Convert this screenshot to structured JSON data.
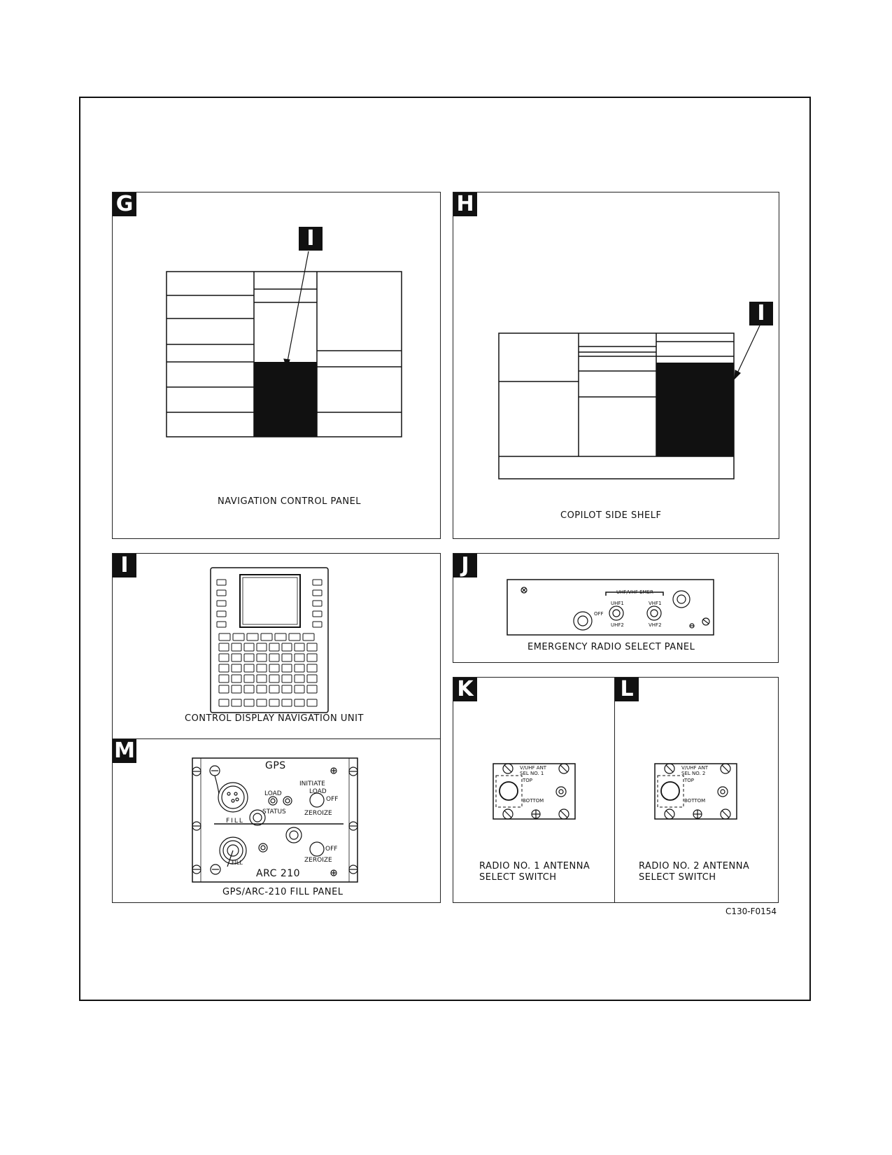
{
  "figure_ref": "C130-F0154",
  "panels": {
    "g": {
      "tag": "G",
      "callout": "I",
      "caption": "NAVIGATION CONTROL PANEL"
    },
    "h": {
      "tag": "H",
      "callout": "I",
      "caption": "COPILOT SIDE SHELF"
    },
    "i": {
      "tag": "I",
      "caption": "CONTROL DISPLAY NAVIGATION UNIT"
    },
    "j": {
      "tag": "J",
      "caption": "EMERGENCY RADIO SELECT PANEL",
      "labels": {
        "group": "UHF/VHF EMER",
        "uhf1": "UHF1",
        "uhf2": "UHF2",
        "vhf1": "VHF1",
        "vhf2": "VHF2",
        "off": "OFF"
      }
    },
    "k": {
      "tag": "K",
      "caption_line1": "RADIO NO. 1 ANTENNA",
      "caption_line2": "SELECT SWITCH",
      "labels": {
        "title1": "V/UHF ANT",
        "title2": "SEL NO. 1",
        "top": "TOP",
        "bottom": "BOTTOM"
      }
    },
    "l": {
      "tag": "L",
      "caption_line1": "RADIO NO. 2 ANTENNA",
      "caption_line2": "SELECT SWITCH",
      "labels": {
        "title1": "V/UHF ANT",
        "title2": "SEL NO. 2",
        "top": "TOP",
        "bottom": "BOTTOM"
      }
    },
    "m": {
      "tag": "M",
      "caption": "GPS/ARC-210 FILL PANEL",
      "labels": {
        "gps": "GPS",
        "load": "LOAD",
        "status": "STATUS",
        "initiate": "INITIATE",
        "initiate_load": "LOAD",
        "off1": "OFF",
        "zeroize1": "ZEROIZE",
        "fill1": "FILL",
        "fill2": "FILL",
        "off2": "OFF",
        "zeroize2": "ZEROIZE",
        "arc": "ARC 210"
      }
    }
  }
}
